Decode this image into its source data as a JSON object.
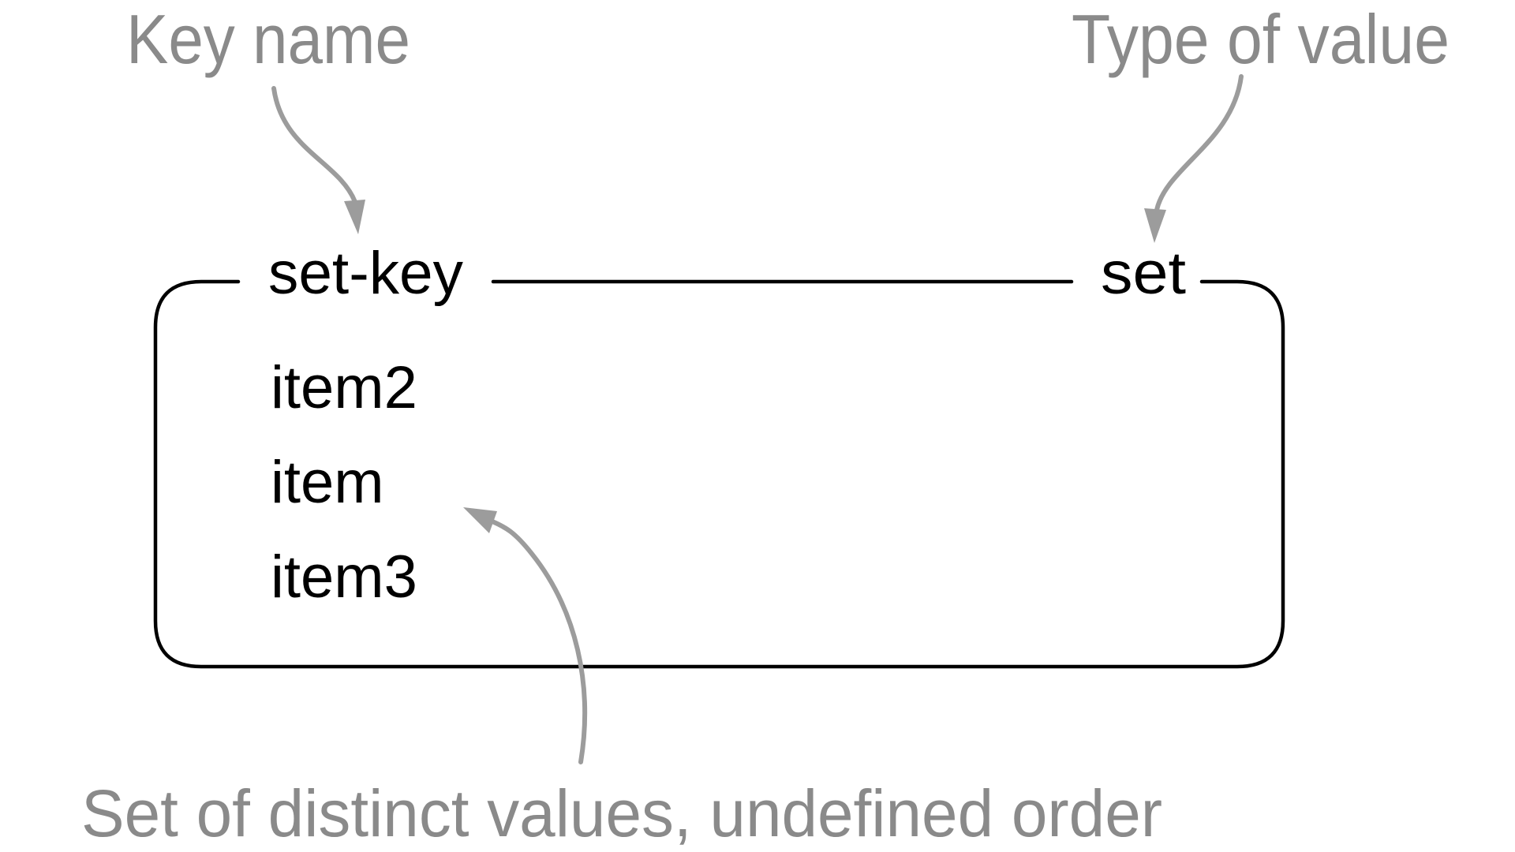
{
  "diagram": {
    "annotations": {
      "key_name": "Key name",
      "type_of_value": "Type of value",
      "bottom_note": "Set of distinct values, undefined order"
    },
    "record": {
      "key": "set-key",
      "value_type": "set",
      "items": [
        "item2",
        "item",
        "item3"
      ]
    },
    "colors": {
      "label_gray": "#8a8a8a",
      "arrow_gray": "#9c9c9c",
      "ink_black": "#000000",
      "background": "#ffffff"
    }
  }
}
